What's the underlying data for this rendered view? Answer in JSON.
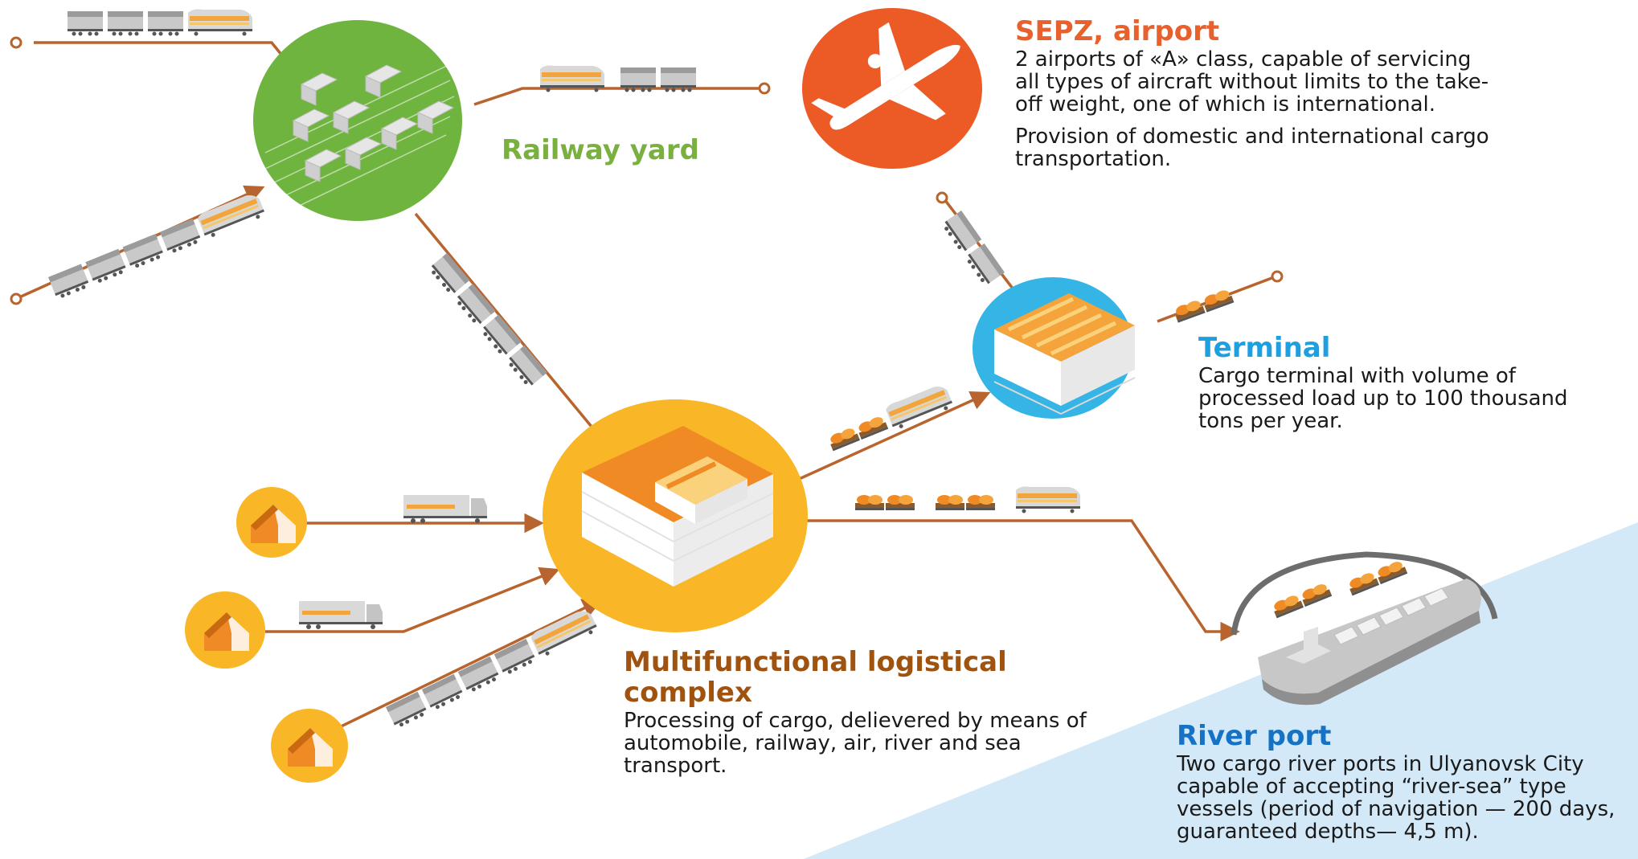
{
  "colors": {
    "route": "#b8642e",
    "railway_node": "#6fb43f",
    "airport_node": "#ec5a26",
    "terminal_node": "#35b4e6",
    "complex_node": "#f9b626",
    "river_area": "#d3e9f8"
  },
  "icons": [
    "train-icon",
    "wagon-icon",
    "truck-icon",
    "warehouse-icon",
    "airplane-icon",
    "cargo-ship-icon",
    "cargo-car-icon"
  ],
  "railway": {
    "title": "Railway yard"
  },
  "airport": {
    "title": "SEPZ, airport",
    "lines": [
      "2 airports of «A» class, capable of servicing",
      "all types of aircraft without limits to the take-",
      "off weight, one of which is international."
    ],
    "paragraph2": [
      "Provision of domestic and international cargo",
      "transportation."
    ]
  },
  "terminal": {
    "title": "Terminal",
    "lines": [
      "Cargo terminal with volume of",
      "processed load up to 100 thousand",
      "tons per year."
    ]
  },
  "complex": {
    "title_lines": [
      "Multifunctional logistical",
      "complex"
    ],
    "lines": [
      "Processing of cargo, delievered by means of",
      "automobile, railway, air,  river and sea",
      "transport."
    ]
  },
  "port": {
    "title": "River port",
    "lines": [
      "Two cargo river ports in Ulyanovsk City",
      "capable of accepting “river-sea” type",
      "vessels (period of navigation — 200 days,",
      "guaranteed depths— 4,5 m)."
    ]
  }
}
